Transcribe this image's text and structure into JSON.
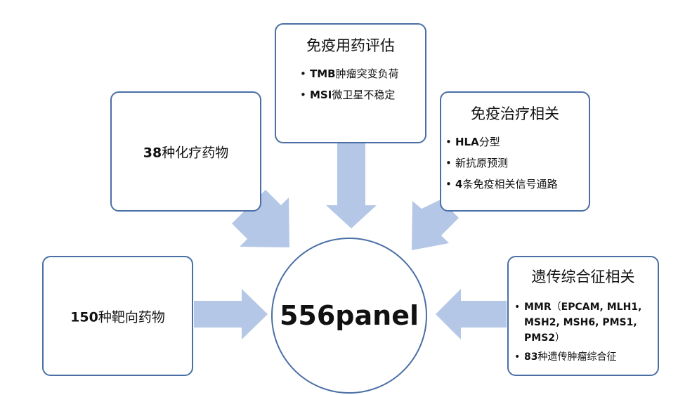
{
  "center": {
    "label": "556panel"
  },
  "boxes": {
    "immune_eval": {
      "title": "免疫用药评估",
      "items": [
        {
          "bold": "TMB",
          "text": "肿瘤突变负荷"
        },
        {
          "bold": "MSI",
          "text": "微卫星不稳定"
        }
      ]
    },
    "chemo": {
      "bold": "38",
      "text": "种化疗药物"
    },
    "immuno_therapy": {
      "title": "免疫治疗相关",
      "items": [
        {
          "bold": "HLA",
          "text": "分型"
        },
        {
          "bold": "",
          "text": "新抗原预测"
        },
        {
          "bold": "4",
          "text": "条免疫相关信号通路"
        }
      ]
    },
    "targeted": {
      "bold": "150",
      "text": "种靶向药物"
    },
    "syndrome": {
      "title": "遗传综合征相关",
      "items": [
        {
          "bold": "MMR",
          "text": "（",
          "bold2": "EPCAM, MLH1, MSH2, MSH6, PMS1, PMS2",
          "text2": "）"
        },
        {
          "bold": "83",
          "text": "种遗传肿瘤综合征"
        }
      ]
    }
  },
  "colors": {
    "arrow": "#b4c7e7",
    "border": "#4a6fa5"
  }
}
